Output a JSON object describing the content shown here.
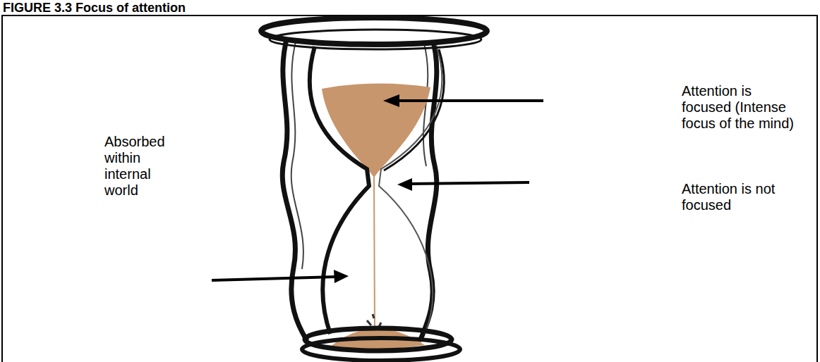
{
  "diagram": {
    "title": "FIGURE 3.3 Focus of attention",
    "labels": [
      "Attention is focused (Intense focus of the mind)",
      "Absorbed within internal world",
      "Attention is not focused"
    ]
  }
}
